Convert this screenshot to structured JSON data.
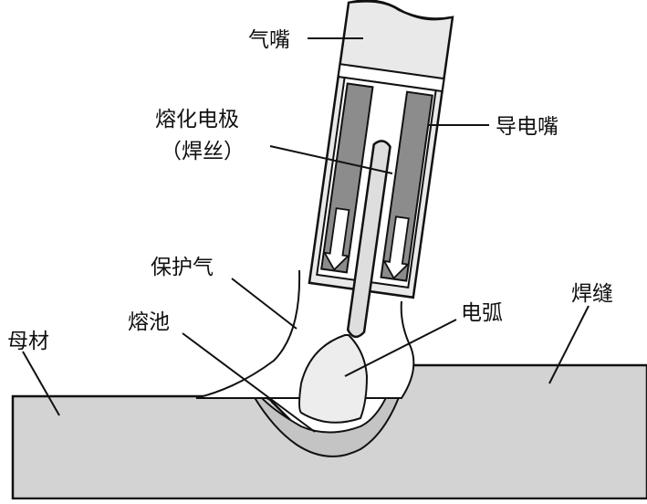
{
  "diagram": {
    "labels": {
      "nozzle": "气嘴",
      "contact_tip": "导电嘴",
      "electrode": "熔化电极",
      "electrode_sub": "（焊丝）",
      "shielding_gas": "保护气",
      "weld_pool": "熔池",
      "arc": "电弧",
      "weld_seam": "焊缝",
      "base_metal": "母材"
    },
    "colors": {
      "line": "#111111",
      "nozzle_fill": "#e9e9e9",
      "tip_fill": "#8c8c8c",
      "wire_fill": "#dedede",
      "metal_fill": "#d3d3d3",
      "pool_fill": "#c4c4c4",
      "arc_fill": "#ededed",
      "gas_fill": "#ffffff"
    }
  }
}
